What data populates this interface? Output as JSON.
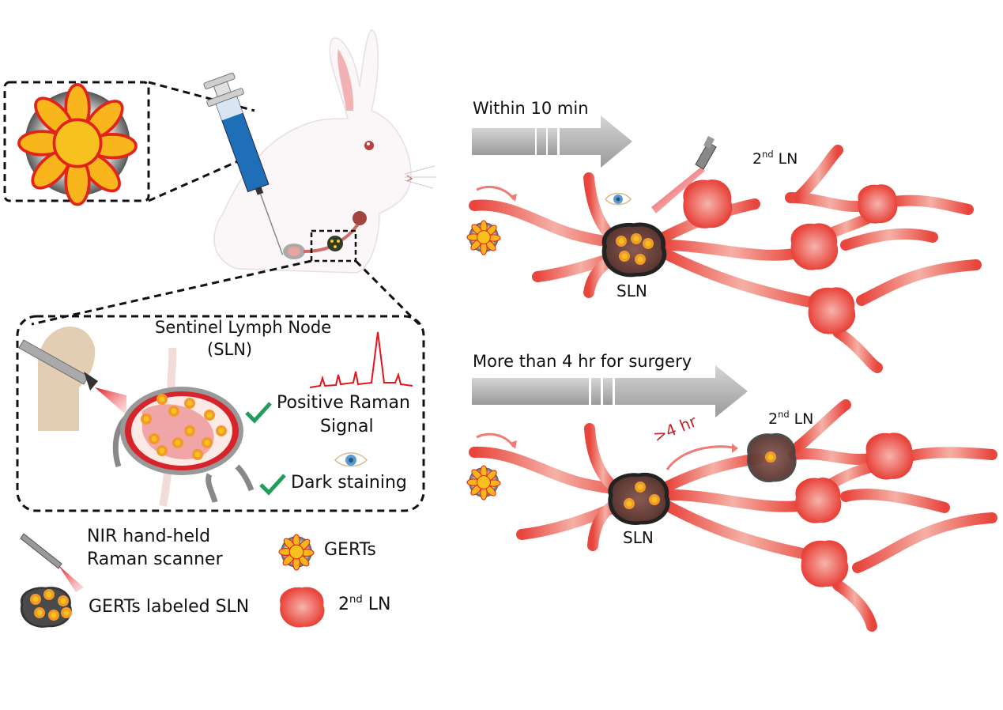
{
  "figure": {
    "title": "GERTs-based sentinel lymph node mapping in rabbit",
    "colors": {
      "lymph_vessel": "#e8453c",
      "lymph_vessel_light": "#f7c6bd",
      "second_ln": "#ef5a52",
      "sln_dark": "#5a3b36",
      "gert_core": "#f7c21f",
      "gert_outline": "#e2231a",
      "check": "#1f9d5a",
      "arrow_gray": "#b0b0b0",
      "syringe_blue": "#1f6fb8",
      "laser_red": "#e3151c",
      "gt4hr_text": "#c0282d"
    }
  },
  "left_panel": {
    "inset_particle_label": "GERT nanoparticle (zoomed)",
    "sln_box": {
      "title_line1": "Sentinel Lymph Node",
      "title_line2": "(SLN)",
      "check1_line1": "Positive Raman",
      "check1_line2": "Signal",
      "check2": "Dark staining"
    }
  },
  "legend": {
    "items": [
      {
        "icon": "raman-scanner-icon",
        "line1": "NIR hand-held",
        "line2": "Raman scanner"
      },
      {
        "icon": "gerts-icon",
        "label": "GERTs"
      },
      {
        "icon": "labeled-sln-icon",
        "label": "GERTs labeled SLN"
      },
      {
        "icon": "second-ln-icon",
        "label_main": "2",
        "label_sup": "nd",
        "label_tail": " LN"
      }
    ]
  },
  "top_scenario": {
    "arrow_label": "Within 10 min",
    "sln_label": "SLN",
    "second_ln_main": "2",
    "second_ln_sup": "nd",
    "second_ln_tail": " LN"
  },
  "bottom_scenario": {
    "arrow_label": "More than 4 hr for surgery",
    "migration_label": ">4 hr",
    "sln_label": "SLN",
    "second_ln_main": "2",
    "second_ln_sup": "nd",
    "second_ln_tail": " LN"
  }
}
